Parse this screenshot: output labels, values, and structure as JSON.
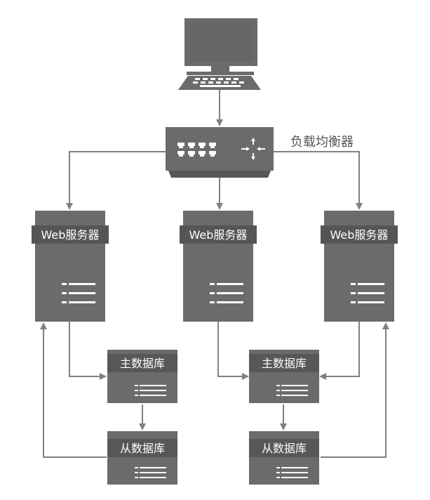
{
  "colors": {
    "box": "#6b6b6b",
    "box_dark": "#575757",
    "line": "#808080",
    "label_text": "#ffffff",
    "annotation_text": "#555555",
    "background": "#ffffff"
  },
  "client": {
    "icon": "computer-icon"
  },
  "load_balancer": {
    "label": "负载均衡器",
    "icons": [
      "ethernet-ports-icon",
      "routing-arrows-icon"
    ]
  },
  "web_servers": [
    {
      "label": "Web服务器",
      "icon": "list-icon"
    },
    {
      "label": "Web服务器",
      "icon": "list-icon"
    },
    {
      "label": "Web服务器",
      "icon": "list-icon"
    }
  ],
  "databases": [
    {
      "role": "master",
      "label": "主数据库",
      "icon": "list-icon"
    },
    {
      "role": "slave",
      "label": "从数据库",
      "icon": "list-icon"
    },
    {
      "role": "master",
      "label": "主数据库",
      "icon": "list-icon"
    },
    {
      "role": "slave",
      "label": "从数据库",
      "icon": "list-icon"
    }
  ]
}
